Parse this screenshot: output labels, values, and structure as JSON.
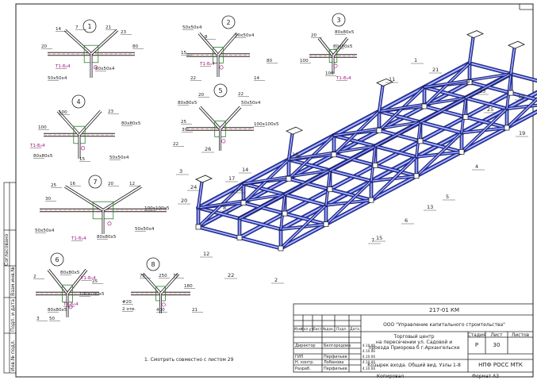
{
  "title_block": {
    "doc_code": "217-01 КМ",
    "organization": "ООО \"Управление капитального строительства\"",
    "project_line1": "Торговый центр",
    "project_line2": "на пересечении ул. Садовой и",
    "project_line3": "проезда Приорова б г.Архангельске",
    "sheet_title": "Козырек входа. Общий вид. Узлы 1-8",
    "hdr_stage": "Стадия",
    "hdr_sheet": "Лист",
    "hdr_sheets": "Листов",
    "stage": "Р",
    "sheet": "30",
    "company": "НПФ РОСС МТК",
    "col_headers": [
      "Изм.",
      "Кол.уч.",
      "Лист",
      "№док.",
      "Подп.",
      "Дата"
    ],
    "rows": [
      {
        "role": "Директор",
        "name": "Белгородова",
        "date": "4.10.06"
      },
      {
        "role": "",
        "name": "",
        "date": "4.10.06"
      },
      {
        "role": "ГИП",
        "name": "Перфильев",
        "date": "4.10.06"
      },
      {
        "role": "Н. контр.",
        "name": "Лобанова",
        "date": "4.10.06"
      },
      {
        "role": "Разраб.",
        "name": "Перфильев",
        "date": "4.10.06"
      }
    ],
    "copied": "Копировал",
    "format": "Формат  А3"
  },
  "side_stamp": {
    "agreed": "Согласовано",
    "inv_no_vz": "Взам.инв.№",
    "sign_date": "Подп. и дата",
    "inv_no_orig": "Инв.№ подл."
  },
  "note": "1.   Смотреть совместно с листом 29",
  "nodes": [
    {
      "num": "1",
      "labels": [
        "14",
        "7",
        "21",
        "23",
        "20",
        "Т1-Б₁4",
        "50x50x4",
        "50x50x4",
        "80"
      ]
    },
    {
      "num": "2",
      "labels": [
        "50x50x4",
        "8",
        "50x50x4",
        "15",
        "Т1-Б₁4",
        "22",
        "14",
        "80"
      ]
    },
    {
      "num": "3",
      "labels": [
        "80x80x5",
        "20",
        "80x80x5",
        "100",
        "Т1-Б₁4",
        "100"
      ]
    },
    {
      "num": "4",
      "labels": [
        "100",
        "23",
        "80x80x5",
        "100",
        "Т1-Б₁4",
        "80x80x5",
        "15",
        "50x50x4"
      ]
    },
    {
      "num": "5",
      "labels": [
        "20",
        "22",
        "50x50x4",
        "80x80x5",
        "25",
        "100x100x5",
        "22",
        "30"
      ]
    },
    {
      "num": "6",
      "labels": [
        "80x80x5",
        "Т1-Б₁4",
        "2",
        "25",
        "100x100x5",
        "Т1-Б₁4",
        "80x80x5",
        "3",
        "50"
      ]
    },
    {
      "num": "7",
      "labels": [
        "25",
        "16",
        "20",
        "12",
        "100x100x5",
        "Т1-Б₁4",
        "50x50x4",
        "80x80x5",
        "50x50x4",
        "30"
      ]
    },
    {
      "num": "8",
      "labels": [
        "75",
        "250",
        "75",
        "#20",
        "2 отв.",
        "400",
        "21",
        "180"
      ]
    }
  ],
  "iso_labels": [
    "3",
    "24",
    "26",
    "1",
    "21",
    "11",
    "25",
    "9",
    "23",
    "19",
    "10",
    "2",
    "8",
    "4",
    "5",
    "6",
    "7",
    "12",
    "13",
    "14",
    "15",
    "16",
    "17",
    "18",
    "20",
    "22"
  ]
}
